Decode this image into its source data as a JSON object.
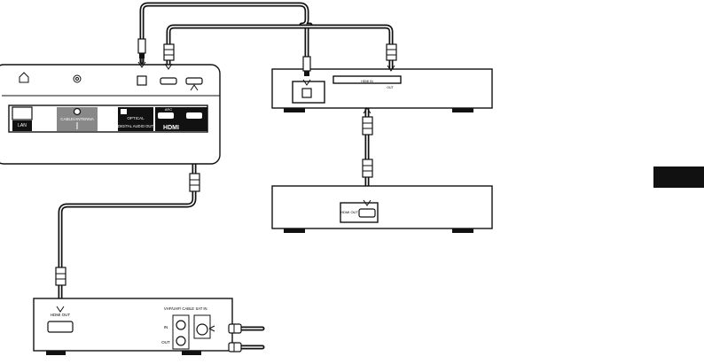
{
  "tv_panel": {
    "lan_label": "LAN",
    "antenna_label": "CABLE/ANTENNA",
    "optical_label": "OPTICAL",
    "digital_audio_label": "DIGITAL AUDIO OUT",
    "arc_label": "ARC",
    "hdmi_logo": "HDMI"
  },
  "av_receiver": {
    "port_labels": [
      "HDMI IN",
      "OUT"
    ]
  },
  "player": {
    "hdmi_out_label": "HDMI OUT"
  },
  "settop_box": {
    "hdmi_out_label": "HDMI OUT",
    "antenna_title": "VHF/UHF/ CABLE",
    "in_label": "IN",
    "out_label": "OUT",
    "sat_label": "SAT IN"
  },
  "section_tab": {
    "color": "#111111"
  }
}
